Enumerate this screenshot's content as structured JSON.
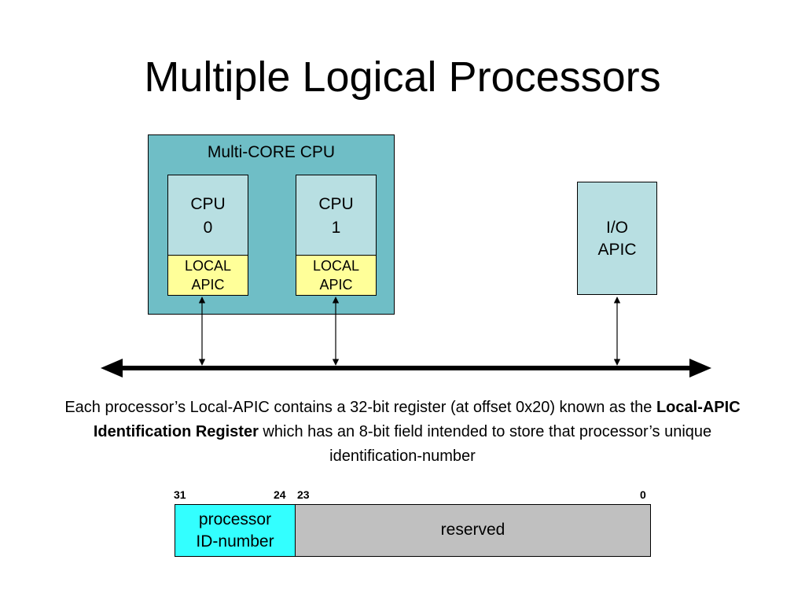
{
  "title": "Multiple Logical Processors",
  "multicore": {
    "label": "Multi-CORE CPU",
    "cpus": [
      {
        "name": "CPU\n0",
        "apic": "LOCAL\nAPIC"
      },
      {
        "name": "CPU\n1",
        "apic": "LOCAL\nAPIC"
      }
    ]
  },
  "io_apic": {
    "label": "I/O\nAPIC"
  },
  "description": {
    "before": "Each processor’s Local-APIC contains a 32-bit register (at offset 0x20) known as the ",
    "bold": "Local-APIC Identification Register",
    "after": " which has an 8-bit field intended to store that processor’s unique identification-number"
  },
  "register": {
    "bits": {
      "b31": "31",
      "b24": "24",
      "b23": "23",
      "b0": "0"
    },
    "id_field": "processor\nID-number",
    "reserved_field": "reserved"
  },
  "colors": {
    "multicore_bg": "#6fbec6",
    "cpu_bg": "#b8dfe2",
    "local_apic_bg": "#ffff99",
    "id_field_bg": "#33ffff",
    "reserved_bg": "#c0c0c0"
  }
}
